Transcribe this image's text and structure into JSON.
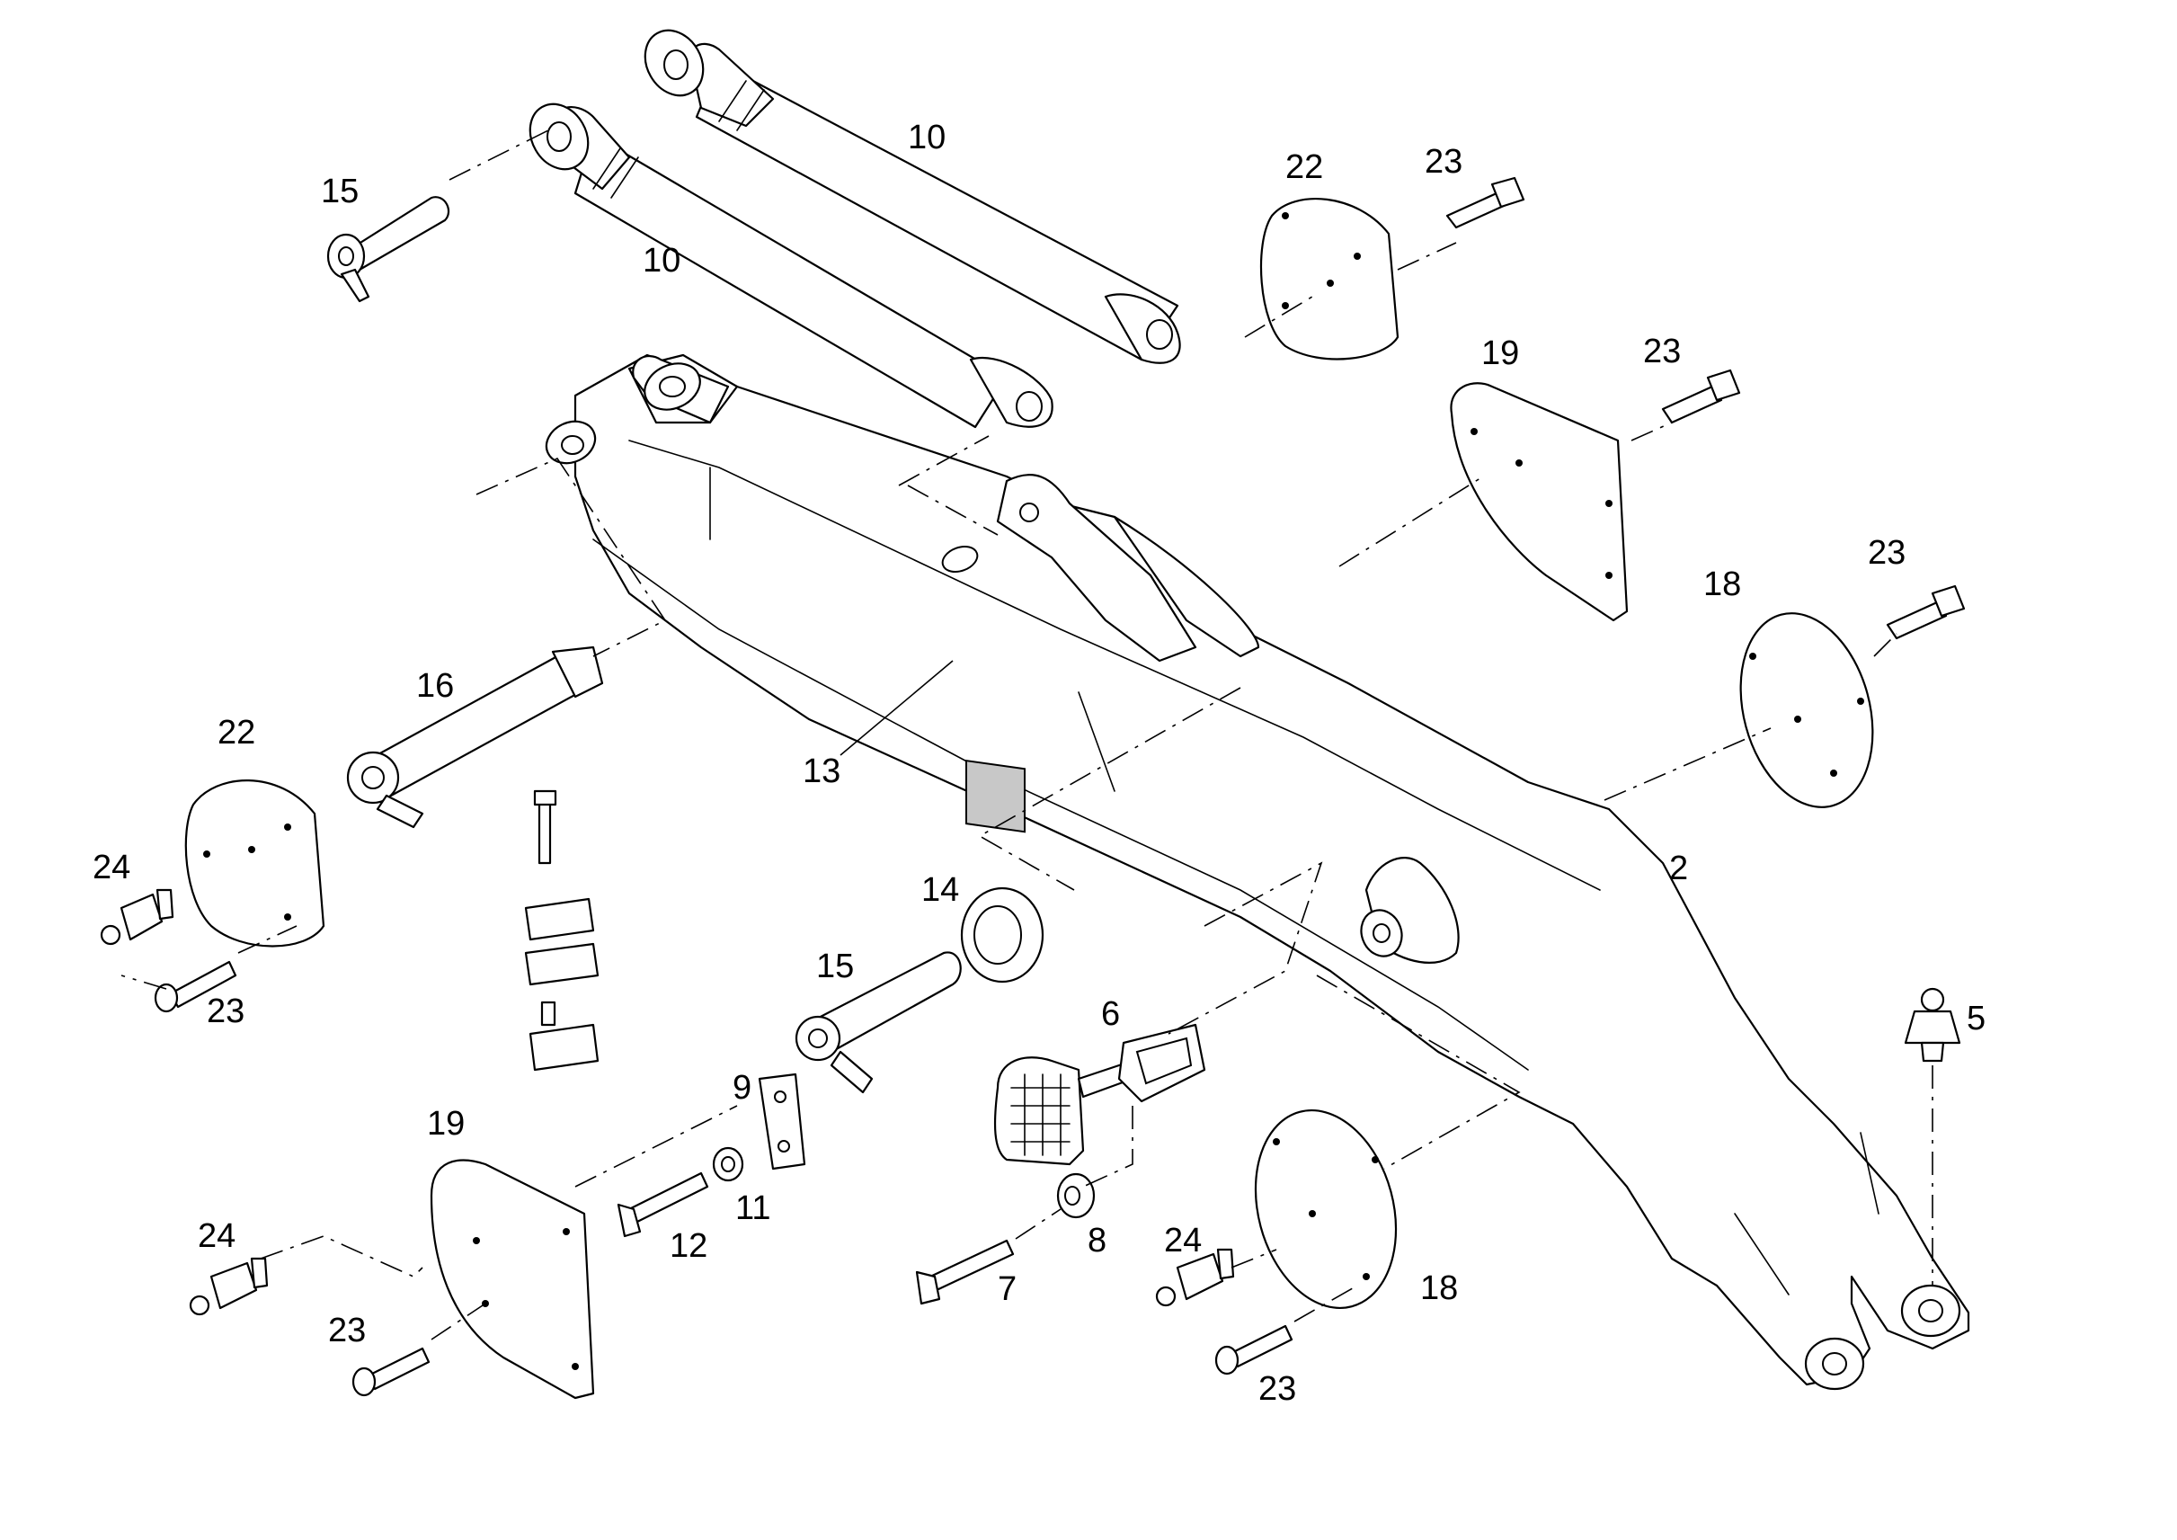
{
  "callouts": {
    "c10a": "10",
    "c10b": "10",
    "c15a": "15",
    "c15b": "15",
    "c22a": "22",
    "c22b": "22",
    "c23a": "23",
    "c23b": "23",
    "c23c": "23",
    "c23d": "23",
    "c23e": "23",
    "c23f": "23",
    "c19a": "19",
    "c19b": "19",
    "c18a": "18",
    "c18b": "18",
    "c16": "16",
    "c13": "13",
    "c24a": "24",
    "c24b": "24",
    "c24c": "24",
    "c14": "14",
    "c6": "6",
    "c2": "2",
    "c5": "5",
    "c9": "9",
    "c11": "11",
    "c12": "12",
    "c7": "7",
    "c8": "8"
  },
  "colors": {
    "line": "#000000",
    "background": "#ffffff",
    "label_plate": "#c8c8c8"
  }
}
